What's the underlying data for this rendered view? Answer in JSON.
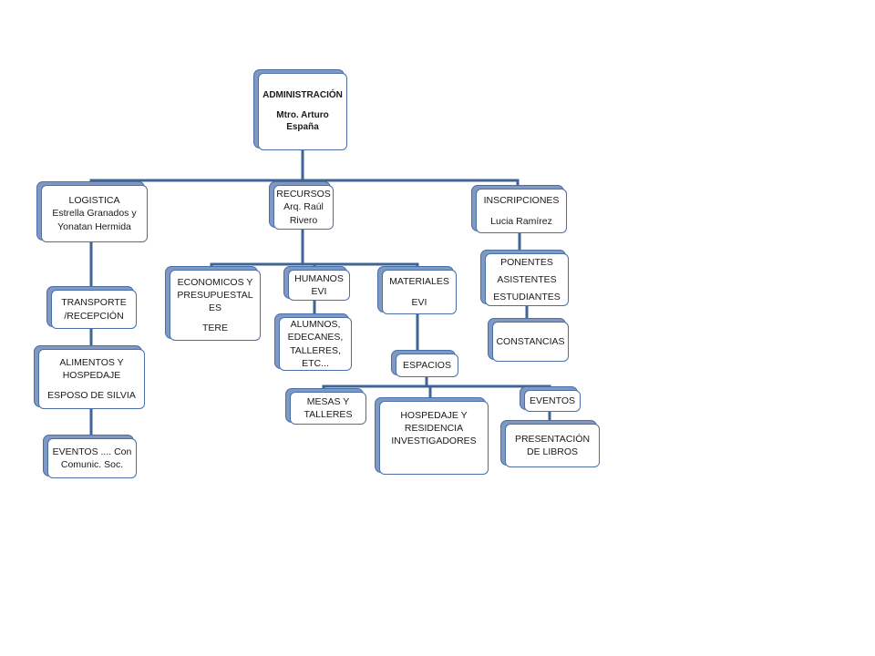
{
  "colors": {
    "connector": "#3f6496",
    "border": "#4a6fa5",
    "shadow": "#7f98c4"
  },
  "admin": {
    "title": "ADMINISTRACIÓN",
    "person": "Mtro. Arturo España"
  },
  "logistica": {
    "title": "LOGISTICA",
    "person": "Estrella Granados y Yonatan Hermida"
  },
  "transporte": {
    "title": "TRANSPORTE /RECEPCIÓN"
  },
  "alimentos": {
    "title": "ALIMENTOS Y HOSPEDAJE",
    "person": "ESPOSO DE SILVIA"
  },
  "eventos_com": {
    "title": "EVENTOS .... Con Comunic. Soc."
  },
  "recursos": {
    "title": "RECURSOS",
    "person": "Arq. Raúl Rivero"
  },
  "economicos": {
    "title": "ECONOMICOS Y PRESUPUESTALES",
    "person": "TERE"
  },
  "humanos": {
    "title": "HUMANOS",
    "person": "EVI"
  },
  "alumnos": {
    "title": "ALUMNOS, EDECANES, TALLERES, ETC..."
  },
  "materiales": {
    "title": "MATERIALES",
    "person": "EVI"
  },
  "espacios": {
    "title": "ESPACIOS"
  },
  "mesas": {
    "title": "MESAS Y TALLERES"
  },
  "hospedaje": {
    "title": "HOSPEDAJE Y RESIDENCIA INVESTIGADORES"
  },
  "eventos": {
    "title": "EVENTOS"
  },
  "presentacion": {
    "title": "PRESENTACIÓN DE LIBROS"
  },
  "inscripciones": {
    "title": "INSCRIPCIONES",
    "person": "Lucia Ramírez"
  },
  "ponentes": {
    "line1": "PONENTES",
    "line2": "ASISTENTES",
    "line3": "ESTUDIANTES"
  },
  "constancias": {
    "title": "CONSTANCIAS"
  }
}
